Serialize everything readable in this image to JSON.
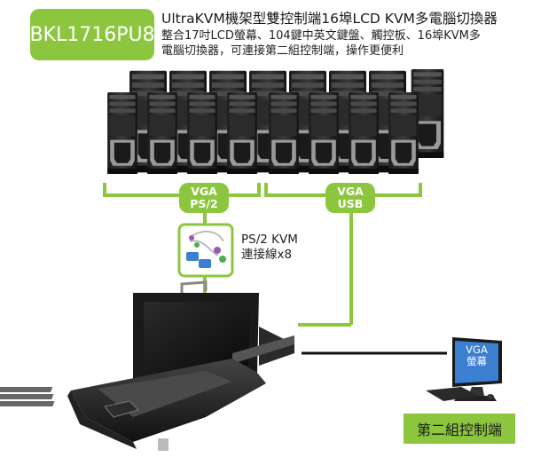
{
  "header": {
    "model": "BKL1716PU8",
    "title": "UltraKVM機架型雙控制端16埠LCD KVM多電腦切換器",
    "desc_line1": "整合17吋LCD螢幕、104鍵中英文鍵盤、觸控板、16埠KVM多",
    "desc_line2": "電腦切換器，可連接第二組控制端，操作更便利"
  },
  "connections": {
    "left_label_line1": "VGA",
    "left_label_line2": "PS/2",
    "right_label_line1": "VGA",
    "right_label_line2": "USB"
  },
  "cable": {
    "line1": "PS/2 KVM",
    "line2": "連接線x8"
  },
  "remote": {
    "monitor_text_line1": "VGA",
    "monitor_text_line2": "螢幕",
    "label": "第二組控制端"
  },
  "colors": {
    "accent_green": "#8cc63f",
    "screen_blue": "#3a7fd0"
  }
}
